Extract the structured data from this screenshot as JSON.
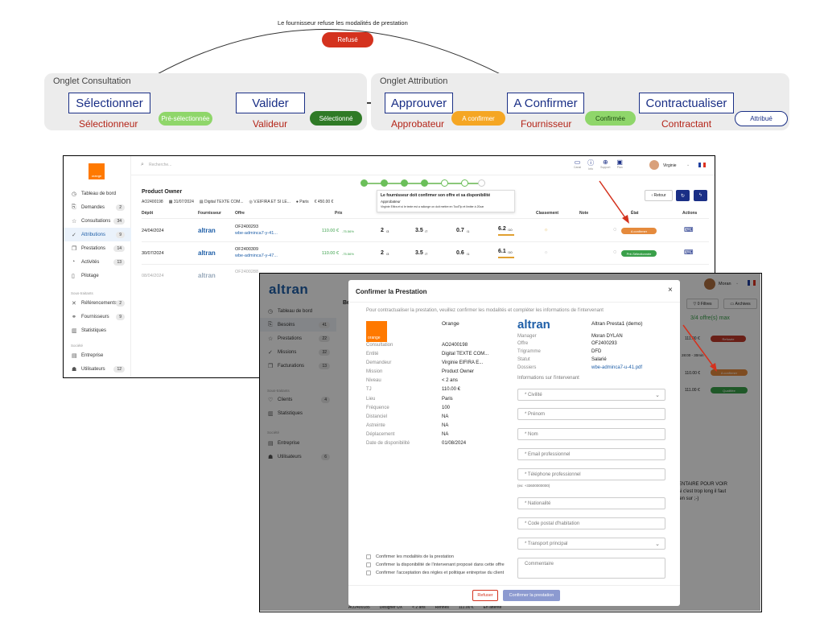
{
  "flow": {
    "refuse_text": "Le fournisseur refuse les modalités de prestation",
    "refused_badge": "Refusé",
    "panel1_title": "Onglet Consultation",
    "panel2_title": "Onglet Attribution",
    "steps": [
      "Sélectionner",
      "Valider",
      "Approuver",
      "A Confirmer",
      "Contractualiser"
    ],
    "roles": [
      "Sélectionneur",
      "Valideur",
      "Approbateur",
      "Fournisseur",
      "Contractant"
    ],
    "states": [
      "Pré-sélectionnée",
      "Sélectionné",
      "A confirmer",
      "Confirmée",
      "Attribué"
    ]
  },
  "s1": {
    "search_placeholder": "Recherche...",
    "logo": "orange",
    "header_icons": [
      "Canal",
      "Info",
      "Support",
      "Plan"
    ],
    "user": "Virginie",
    "nav": [
      {
        "label": "Tableau de bord",
        "badge": ""
      },
      {
        "label": "Demandes",
        "badge": "2"
      },
      {
        "label": "Consultations",
        "badge": "34"
      },
      {
        "label": "Attributions",
        "badge": "9"
      },
      {
        "label": "Prestations",
        "badge": "14"
      },
      {
        "label": "Activités",
        "badge": "13"
      },
      {
        "label": "Pilotage",
        "badge": ""
      }
    ],
    "section_ref": "Sous-traitants",
    "nav2": [
      {
        "label": "Référencements",
        "badge": "2"
      },
      {
        "label": "Fournisseurs",
        "badge": "9"
      },
      {
        "label": "Statistiques",
        "badge": ""
      }
    ],
    "section_soc": "Société",
    "nav3": [
      {
        "label": "Entreprise",
        "badge": ""
      },
      {
        "label": "Utilisateurs",
        "badge": "12"
      }
    ],
    "page_title": "Product Owner",
    "meta": [
      "AO2400198",
      "31/07/2024",
      "Digital TEXTE COM...",
      "V.EIFIRA ET SI LE...",
      "Paris",
      "450.00 €"
    ],
    "tooltip_title": "Le fournisseur doit confirmer son offre et sa disponibilité",
    "tooltip_sub": "Approbateur",
    "tooltip_text": "Virginie Eifira et si le texte est a rallonge on doit mettre en ToolTip et limiter à 20car",
    "btn_back": "Retour",
    "columns": [
      "Dépôt",
      "Fournisseur",
      "Offre",
      "Prix",
      "Classement",
      "Note",
      "État",
      "Actions"
    ],
    "rows": [
      {
        "date": "24/04/2024",
        "supplier": "altran",
        "offer": "OF2400293",
        "file": "wbe-adminca7-y-41...",
        "price": "110.00 €",
        "pct": "-75.56%",
        "s1": "2",
        "s1d": "/3",
        "s2": "3.5",
        "s2d": "/7",
        "s3": "0.7",
        "s3d": "/1",
        "score": "6.2",
        "scored": "/10",
        "state": "A confirmer",
        "state_color": "#e58a3c"
      },
      {
        "date": "30/07/2024",
        "supplier": "altran",
        "offer": "OF2400309",
        "file": "wbe-adminca7-y-47...",
        "price": "110.00 €",
        "pct": "-75.56%",
        "s1": "2",
        "s1d": "/3",
        "s2": "3.5",
        "s2d": "/7",
        "s3": "0.6",
        "s3d": "/1",
        "score": "6.1",
        "scored": "/10",
        "state": "Pré-Sélectionnée",
        "state_color": "#3aa04a"
      },
      {
        "date": "08/04/2024",
        "supplier": "altran",
        "offer": "OF2400288",
        "file": "",
        "price": "",
        "pct": "",
        "s1": "",
        "s1d": "",
        "s2": "",
        "s2d": "",
        "s3": "",
        "s3d": "",
        "score": "",
        "scored": "",
        "state": "",
        "state_color": ""
      }
    ]
  },
  "s2": {
    "logo": "altran",
    "user": "Moran",
    "nav": [
      {
        "label": "Tableau de bord",
        "badge": ""
      },
      {
        "label": "Besoins",
        "badge": "41"
      },
      {
        "label": "Prestations",
        "badge": "22"
      },
      {
        "label": "Missions",
        "badge": "32"
      },
      {
        "label": "Facturations",
        "badge": "13"
      }
    ],
    "section_ref": "Sous-traitants",
    "nav2": [
      {
        "label": "Clients",
        "badge": "4"
      },
      {
        "label": "Statistiques",
        "badge": ""
      }
    ],
    "section_soc": "Société",
    "nav3": [
      {
        "label": "Entreprise",
        "badge": ""
      },
      {
        "label": "Utilisateurs",
        "badge": "6"
      }
    ],
    "content_title": "Bes",
    "filters": "0 Filtres",
    "archives": "Archives",
    "offers_max": "3/4 offre(s) max",
    "right_rows": [
      {
        "price": "111.00 €",
        "state": "Refusée",
        "color": "#c0392b"
      },
      {
        "price": "28:00 - 30min",
        "state": "",
        "color": ""
      },
      {
        "price": "110.00 €",
        "state": "A confirmer",
        "color": "#e58a3c"
      },
      {
        "price": "111.00 €",
        "state": "Qualifiée",
        "color": "#3aa04a"
      }
    ],
    "comment_lines": [
      "ENTAIRE POUR VOIR",
      "si c'est trop long il faut",
      "ien sur ;-)"
    ],
    "bottom_row": [
      "AO2400185",
      "Designer UX",
      "< 2 ans",
      "Rennes",
      "111.00 €",
      "En attente"
    ]
  },
  "modal": {
    "title": "Confirmer la Prestation",
    "intro": "Pour contractualiser la prestation, veuillez confirmer les modalités et compléter les informations de l'intervenant",
    "left_logo": "orange",
    "client": "Orange",
    "right_logo": "altran",
    "presta": "Altran Presta1 (demo)",
    "details": [
      {
        "k": "Consultation",
        "v": "AO2400198"
      },
      {
        "k": "Entité",
        "v": "Digital TEXTE COM..."
      },
      {
        "k": "Demandeur",
        "v": "Virginie EIFIRA E..."
      },
      {
        "k": "Mission",
        "v": "Product Owner"
      },
      {
        "k": "Niveau",
        "v": "< 2 ans"
      },
      {
        "k": "TJ",
        "v": "110.00 €"
      },
      {
        "k": "Lieu",
        "v": "Paris"
      },
      {
        "k": "Fréquence",
        "v": "100"
      },
      {
        "k": "Distanciel",
        "v": "NA"
      },
      {
        "k": "Astreinte",
        "v": "NA"
      },
      {
        "k": "Déplacement",
        "v": "NA"
      },
      {
        "k": "Date de disponibilité",
        "v": "01/08/2024"
      }
    ],
    "supplier_details": [
      {
        "k": "Manager",
        "v": "Moran DYLAN"
      },
      {
        "k": "Offre",
        "v": "OF2400293"
      },
      {
        "k": "Trigramme",
        "v": "DFD"
      },
      {
        "k": "Statut",
        "v": "Salarié"
      },
      {
        "k": "Dossiers",
        "v": "wbe-adminca7-u-41.pdf"
      }
    ],
    "info_title": "Informations sur l'intervenant",
    "fields": [
      "* Civilité",
      "* Prénom",
      "* Nom",
      "* Email professionnel",
      "* Téléphone professionnel",
      "* Nationalité",
      "* Code postal d'habitation",
      "* Transport principal",
      "Commentaire"
    ],
    "phone_hint": "(ex: +33600000000)",
    "checks": [
      "Confirmer les modalités de la prestation",
      "Confirmer la disponibilité de l'intervenant proposé dans cette offre",
      "Confirmer l'acceptation des règles et politique entreprise du client"
    ],
    "btn_refuse": "Refuser",
    "btn_confirm": "Confirmer la prestation"
  },
  "colors": {
    "navy": "#1a2f86",
    "red": "#b42418",
    "orange_brand": "#ff7900",
    "altran_blue": "#1f5fa8"
  }
}
